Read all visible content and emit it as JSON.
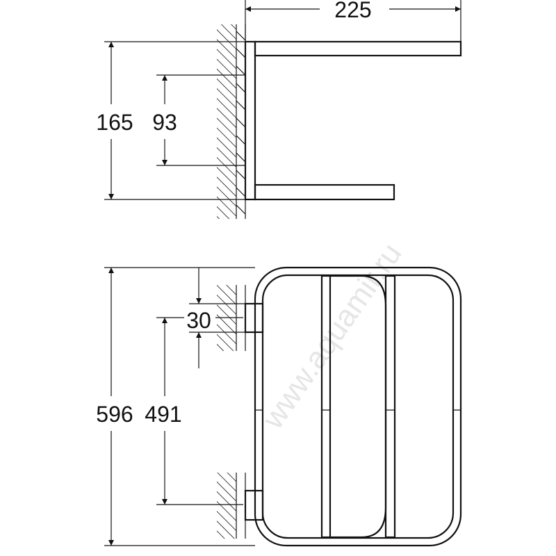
{
  "drawing": {
    "top_view": {
      "width_label": "225",
      "height_label": "165",
      "mount_spacing_label": "93"
    },
    "front_view": {
      "height_label": "596",
      "mount_spacing_label": "491",
      "offset_label": "30"
    },
    "watermark": "www.aquamir.ru",
    "line_color": "#111111",
    "background": "#ffffff"
  }
}
